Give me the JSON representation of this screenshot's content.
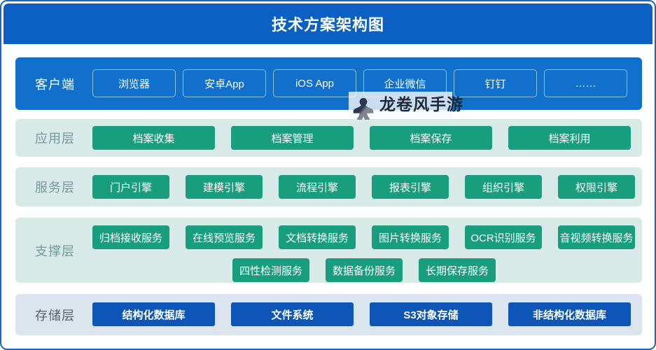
{
  "title": "技术方案架构图",
  "watermark": {
    "text": "龙卷风手游",
    "icon": "meeple-icon"
  },
  "layers": {
    "client": {
      "label": "客户端",
      "items": [
        "浏览器",
        "安卓App",
        "iOS App",
        "企业微信",
        "钉钉",
        "……"
      ]
    },
    "app": {
      "label": "应用层",
      "items": [
        "档案收集",
        "档案管理",
        "档案保存",
        "档案利用"
      ]
    },
    "service": {
      "label": "服务层",
      "items": [
        "门户引擎",
        "建模引擎",
        "流程引擎",
        "报表引擎",
        "组织引擎",
        "权限引擎"
      ]
    },
    "support": {
      "label": "支撑层",
      "items_row1": [
        "归档接收服务",
        "在线预览服务",
        "文档转换服务",
        "图片转换服务",
        "OCR识别服务",
        "音视频转换服务"
      ],
      "items_row2": [
        "四性检测服务",
        "数据备份服务",
        "长期保存服务"
      ]
    },
    "storage": {
      "label": "存储层",
      "items": [
        "结构化数据库",
        "文件系统",
        "S3对象存储",
        "非结构化数据库"
      ]
    }
  },
  "colors": {
    "header_bg": "#0d60c3",
    "client_row_bg": "#1170cb",
    "teal_row_bg": "#d8eae8",
    "storage_row_bg": "#dce4ee",
    "green_box": "#189e7d",
    "storage_box": "#0d55b6",
    "frame_border": "#1a67c5"
  }
}
